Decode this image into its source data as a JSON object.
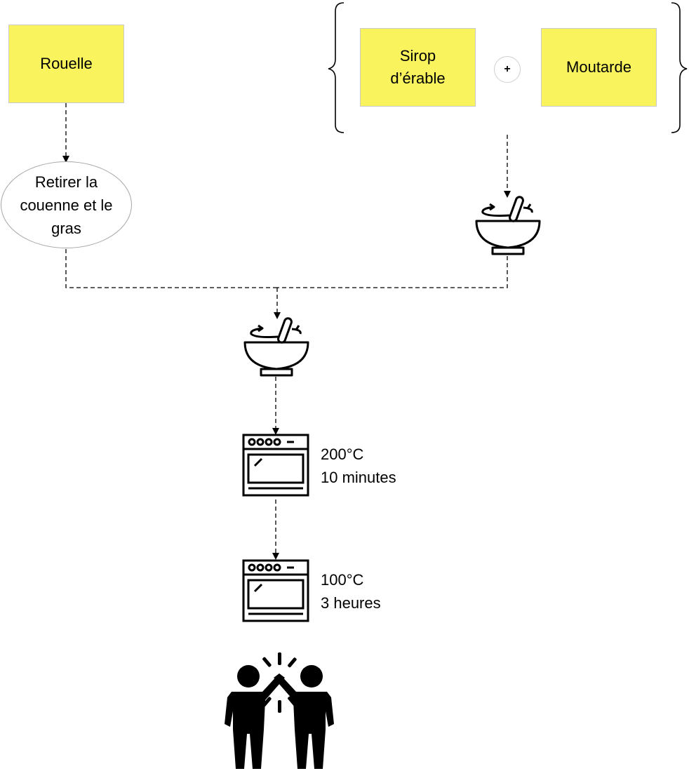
{
  "ingredients": {
    "meat": "Rouelle",
    "syrup_line1": "Sirop",
    "syrup_line2": "d’érable",
    "plus": "+",
    "mustard": "Moutarde"
  },
  "steps": {
    "prep_line1": "Retirer la",
    "prep_line2": "couenne et le",
    "prep_line3": "gras",
    "oven1_temp": "200°C",
    "oven1_time": "10 minutes",
    "oven2_temp": "100°C",
    "oven2_time": "3 heures"
  },
  "colors": {
    "sticky": "#f9f35e",
    "connector": "#000000"
  },
  "icons": [
    "mixing-bowl-icon",
    "mixing-bowl-icon",
    "oven-icon",
    "oven-icon",
    "high-five-icon"
  ]
}
